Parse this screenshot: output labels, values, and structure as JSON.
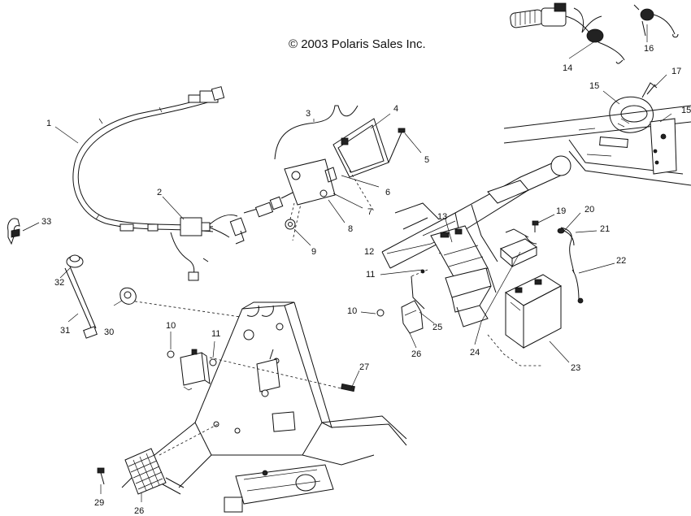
{
  "diagram": {
    "copyright": "© 2003 Polaris Sales Inc.",
    "callouts": [
      {
        "id": "c1",
        "text": "1"
      },
      {
        "id": "c2",
        "text": "2"
      },
      {
        "id": "c3",
        "text": "3"
      },
      {
        "id": "c4",
        "text": "4"
      },
      {
        "id": "c5",
        "text": "5"
      },
      {
        "id": "c6",
        "text": "6"
      },
      {
        "id": "c7",
        "text": "7"
      },
      {
        "id": "c8",
        "text": "8"
      },
      {
        "id": "c9",
        "text": "9"
      },
      {
        "id": "c10a",
        "text": "10"
      },
      {
        "id": "c10b",
        "text": "10"
      },
      {
        "id": "c11a",
        "text": "11"
      },
      {
        "id": "c11b",
        "text": "11"
      },
      {
        "id": "c12",
        "text": "12"
      },
      {
        "id": "c13",
        "text": "13"
      },
      {
        "id": "c14",
        "text": "14"
      },
      {
        "id": "c15a",
        "text": "15"
      },
      {
        "id": "c15b",
        "text": "15"
      },
      {
        "id": "c16",
        "text": "16"
      },
      {
        "id": "c17",
        "text": "17"
      },
      {
        "id": "c19",
        "text": "19"
      },
      {
        "id": "c20",
        "text": "20"
      },
      {
        "id": "c21",
        "text": "21"
      },
      {
        "id": "c22",
        "text": "22"
      },
      {
        "id": "c23",
        "text": "23"
      },
      {
        "id": "c24",
        "text": "24"
      },
      {
        "id": "c25",
        "text": "25"
      },
      {
        "id": "c26a",
        "text": "26"
      },
      {
        "id": "c26b",
        "text": "26"
      },
      {
        "id": "c27",
        "text": "27"
      },
      {
        "id": "c29",
        "text": "29"
      },
      {
        "id": "c30",
        "text": "30"
      },
      {
        "id": "c31",
        "text": "31"
      },
      {
        "id": "c32",
        "text": "32"
      },
      {
        "id": "c33",
        "text": "33"
      }
    ]
  }
}
